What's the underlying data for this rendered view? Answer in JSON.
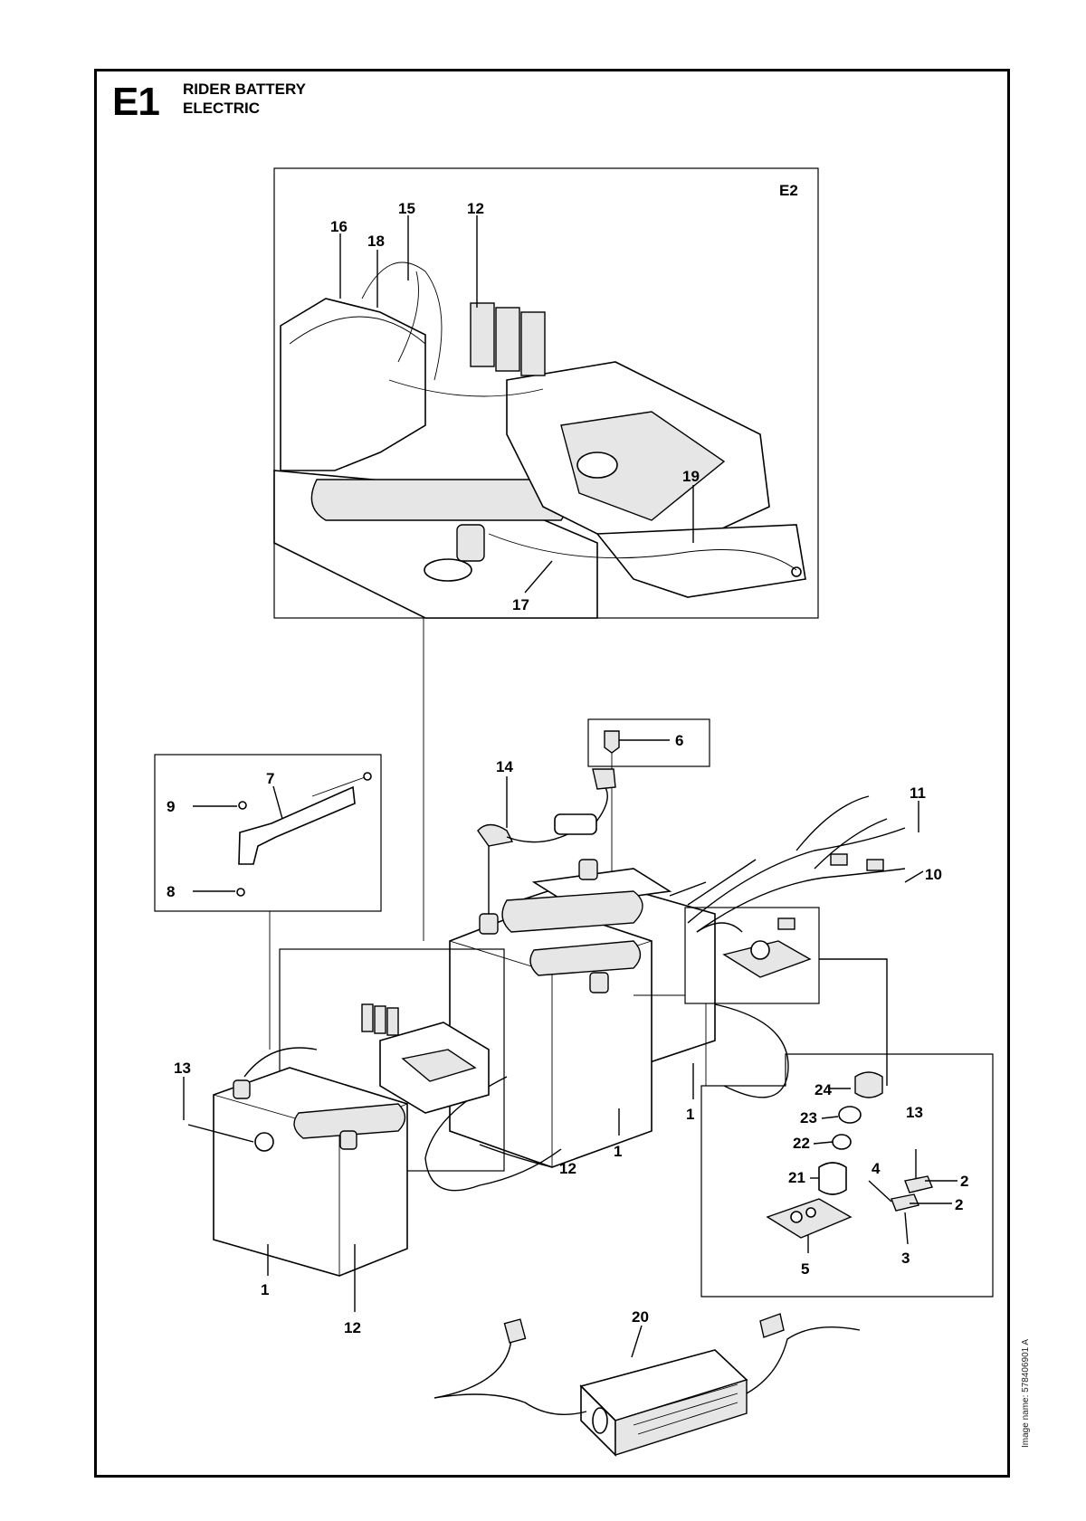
{
  "header": {
    "section_code": "E1",
    "title_line1": "RIDER BATTERY",
    "title_line2": "ELECTRIC"
  },
  "insets": {
    "e2_label": "E2"
  },
  "callouts": {
    "top_15": "15",
    "top_12": "12",
    "top_16": "16",
    "top_18": "18",
    "top_19": "19",
    "top_17": "17",
    "c6": "6",
    "c14": "14",
    "c7": "7",
    "c9": "9",
    "c8": "8",
    "c11": "11",
    "c10": "10",
    "c13_left": "13",
    "c12_mid": "12",
    "c1_mid": "1",
    "c1_right": "1",
    "c1_left": "1",
    "c12_bottom": "12",
    "c24": "24",
    "c23": "23",
    "c22": "22",
    "c21": "21",
    "c13_right": "13",
    "c4": "4",
    "c2_top": "2",
    "c2_bottom": "2",
    "c3": "3",
    "c5": "5",
    "c20": "20"
  },
  "footer": {
    "image_name": "Image name: 578406901 A"
  }
}
